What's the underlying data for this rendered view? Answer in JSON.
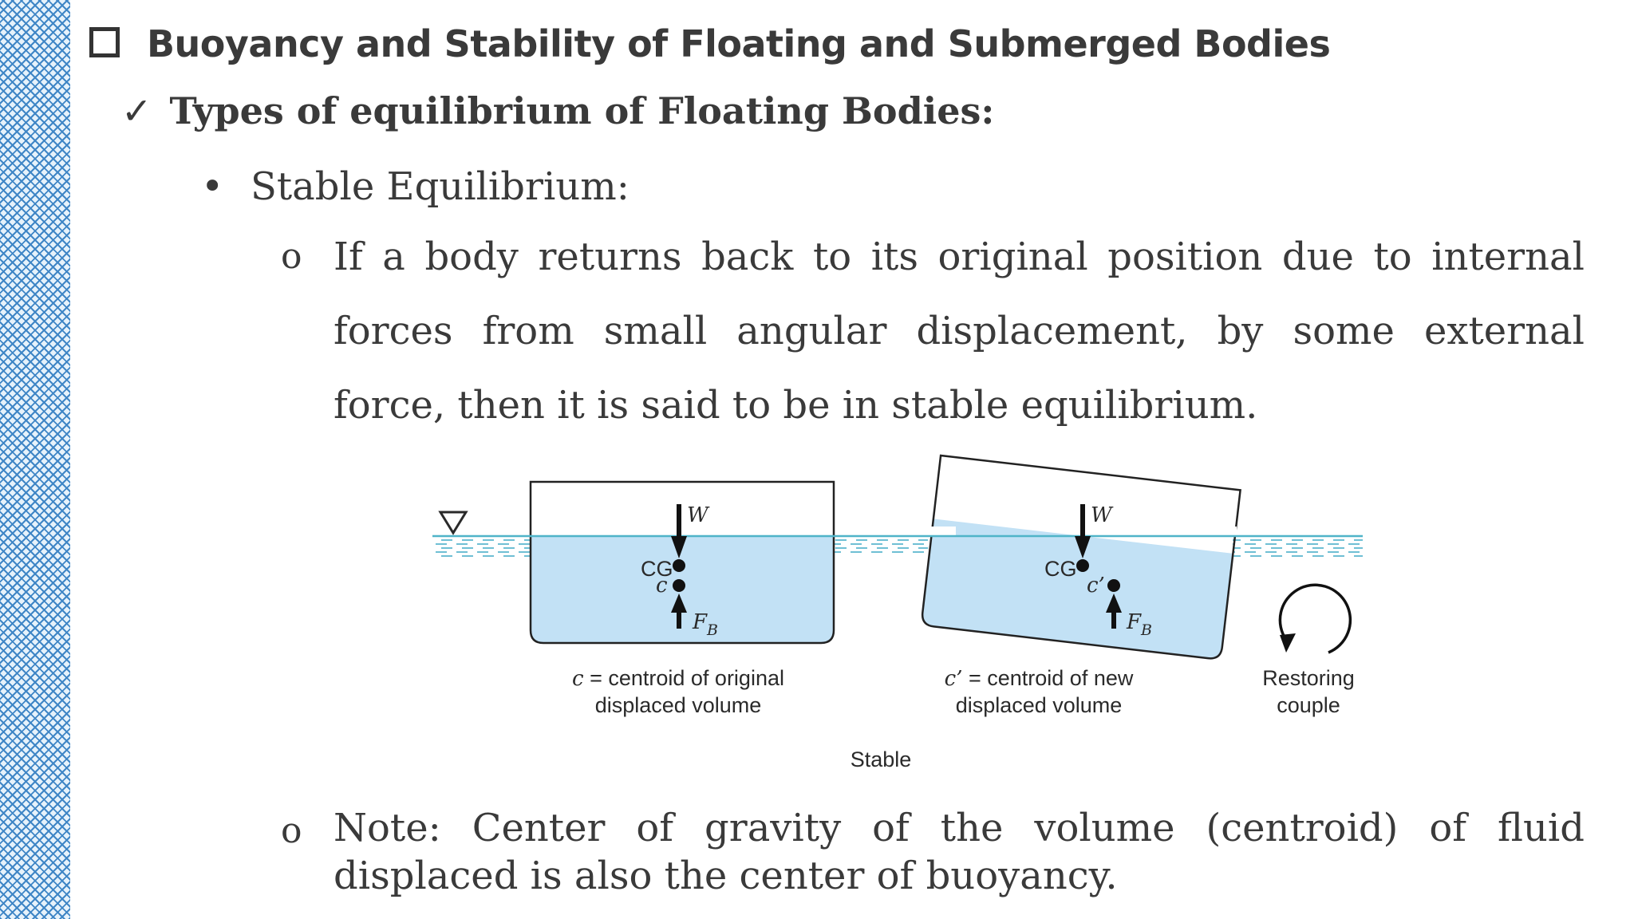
{
  "heading": "Buoyancy and Stability of Floating and Submerged Bodies",
  "subheading": "Types of equilibrium of Floating Bodies:",
  "check_mark": "✓",
  "bullet": "•",
  "bullet_text": "Stable Equilibrium:",
  "circle_marker": "o",
  "paragraph1": "If a body returns back to its original position due to internal forces from small angular displacement, by some external force, then it is said to be in stable equilibrium.",
  "figure": {
    "weight_label": "W",
    "cg_label": "CG",
    "c_label": "c",
    "c_prime_label": "c’",
    "fb_label": "F",
    "fb_sub": "B",
    "caption1_var": "c",
    "caption1_line1": " = centroid of original",
    "caption1_line2": "displaced volume",
    "caption2_var": "c’",
    "caption2_line1": " = centroid of new",
    "caption2_line2": "displaced volume",
    "restoring_line1": "Restoring",
    "restoring_line2": "couple",
    "figure_caption": "Stable",
    "colors": {
      "water": "#c2e1f5",
      "waterline": "#4fb4c8",
      "dashes": "#6fbfd4"
    }
  },
  "paragraph2": "Note: Center of gravity of the volume (centroid) of fluid displaced is also the center of buoyancy."
}
